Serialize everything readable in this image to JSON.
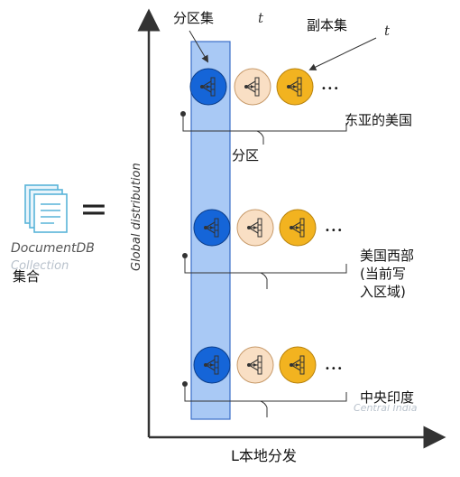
{
  "labels": {
    "partition_set": "分区集",
    "replica_set": "副本集",
    "t1": "t",
    "t2": "t",
    "partition": "分区",
    "global_distribution": "Global distribution",
    "local_distribution": "L本地分发",
    "collection_en": "DocumentDB",
    "collection_ghost": "Collection",
    "collection_cn": "集合",
    "equals": "=",
    "more": "•••"
  },
  "regions": [
    {
      "name": "东亚的美国",
      "ghost": ""
    },
    {
      "name": "美国西部 (当前写入区域)",
      "ghost": ""
    },
    {
      "name": "中央印度",
      "ghost": "Central India"
    }
  ],
  "colors": {
    "partition_blue": "#1565d8",
    "replica_peach": "#f9dfc4",
    "replica_gold": "#f2b320",
    "band_fill": "#a9c9f5",
    "band_stroke": "#3b6fc9",
    "doc_icon": "#59b4d9",
    "axis": "#333333"
  }
}
